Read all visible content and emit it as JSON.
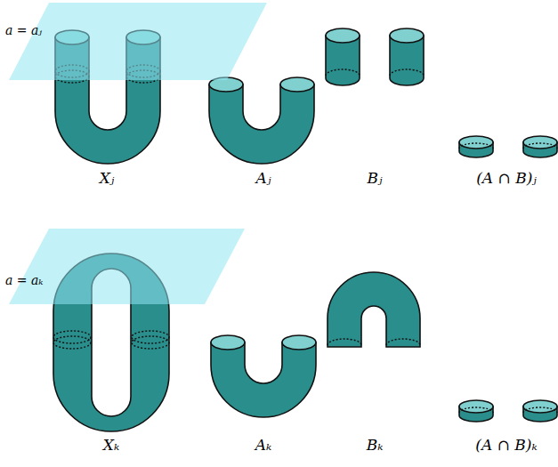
{
  "diagram": {
    "labels": [
      "a = aⱼ",
      "Xⱼ",
      "Aⱼ",
      "Bⱼ",
      "(A ∩ B)ⱼ",
      "a = aₖ",
      "Xₖ",
      "Aₖ",
      "Bₖ",
      "(A ∩ B)ₖ"
    ]
  }
}
